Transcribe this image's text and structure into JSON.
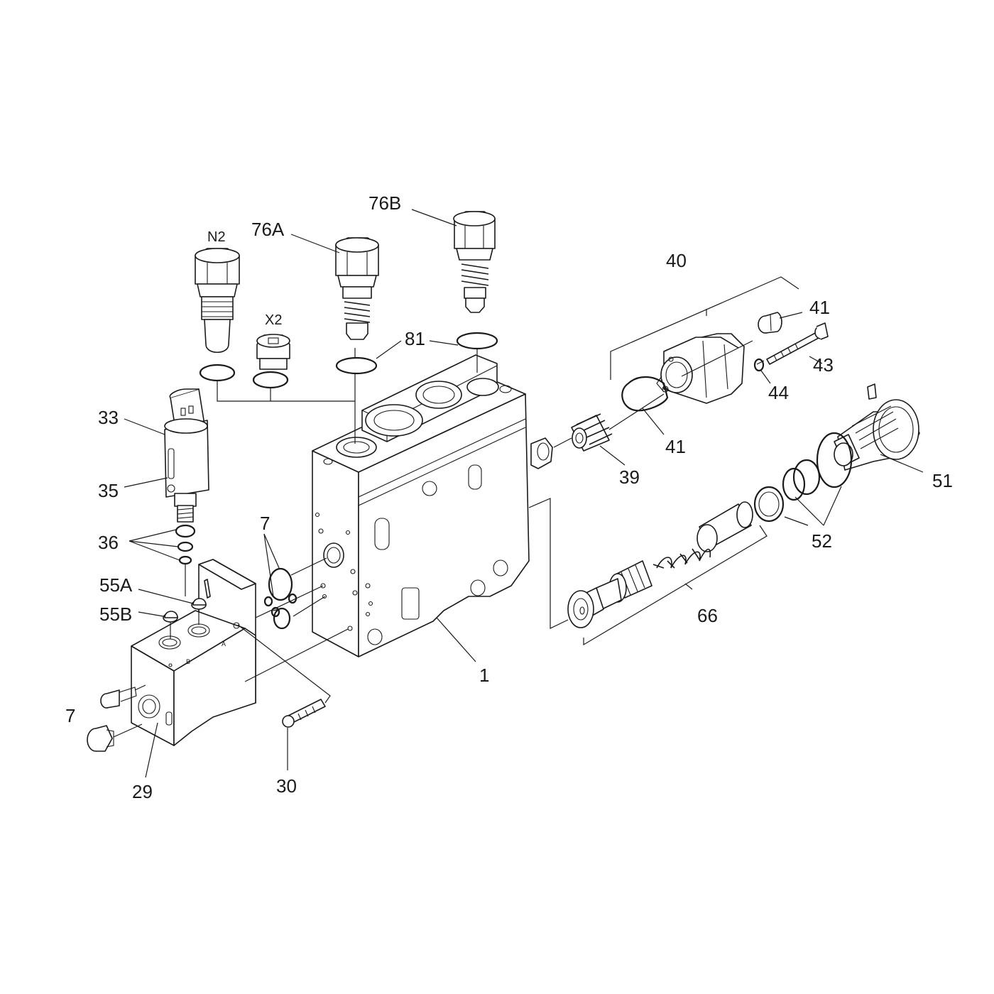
{
  "callouts": {
    "n2": "N2",
    "x2": "X2",
    "p76a": "76A",
    "p76b": "76B",
    "p81": "81",
    "p40": "40",
    "p41_top": "41",
    "p43": "43",
    "p44": "44",
    "p41_seal": "41",
    "p39": "39",
    "p51": "51",
    "p52": "52",
    "p66": "66",
    "p33": "33",
    "p35": "35",
    "p36": "36",
    "p7_left": "7",
    "p7_mid": "7",
    "p55a": "55A",
    "p55b": "55B",
    "p29": "29",
    "p30": "30",
    "p1": "1"
  },
  "port_marks": {
    "a": "A",
    "b": "B"
  }
}
